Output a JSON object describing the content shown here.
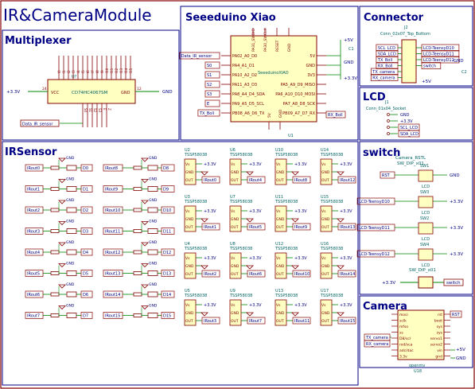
{
  "title": "IR&CameraModule",
  "sections": {
    "multiplexer": "Multiplexer",
    "seeeduino": "Seeeduino Xiao",
    "connector": "Connector",
    "lcd": "LCD",
    "irsensor": "IRSensor",
    "switch": "switch",
    "camera": "Camera"
  },
  "colors": {
    "border": "#840000",
    "wire": "#008400",
    "body": "#840000",
    "body_fill": "#ffffc2",
    "label": "#000084",
    "pin": "#840000",
    "ref": "#006464"
  },
  "mux": {
    "ref": "U?",
    "value": "CD74HC4067SM",
    "vcc_pin": "VCC",
    "gnd_pin": "GND",
    "vcc_pin_num": "24",
    "gnd_pin_num": "12",
    "power_left": "+3.3V",
    "power_right": "GND",
    "out_label": "Data_IR_sensor",
    "top_pins": [
      "I0",
      "I1",
      "I2",
      "I3",
      "I4",
      "I5",
      "I6",
      "I7",
      "I8",
      "I9",
      "I10",
      "I11",
      "I12",
      "I13",
      "I14",
      "I15"
    ],
    "bottom_pins": [
      "S0",
      "S1",
      "S2",
      "S3",
      "E",
      "Z"
    ]
  },
  "xiao": {
    "ref": "U1",
    "value": "SeeeduinoXIAO",
    "left_pins": [
      "PA02_A0_D0",
      "PA4_A1_D1",
      "PA10_A2_D2",
      "PA11_A3_D3",
      "PA8_A4_D4_SDA",
      "PA9_A5_D5_SCL",
      "PB08_A6_D6_TX"
    ],
    "right_pins": [
      "5V",
      "GND",
      "3V3",
      "PA5_A9_D9_MISO",
      "PA6_A10_D10_MOSI",
      "PA7_A8_D8_SCK",
      "PB09_A7_D7_RX"
    ],
    "top_pins": [
      "PA31_SWDIO",
      "PA30_SWCLK",
      "RESET",
      "GND"
    ],
    "bottom_pins": [
      "5V",
      "GND"
    ],
    "left_labels": [
      "Data_IR_sensor",
      "S0",
      "S1",
      "S2",
      "S3",
      "E",
      "TX_Boll"
    ],
    "right_labels": [
      "RX_Boll"
    ],
    "power_5v": "+5V",
    "power_3v3": "+3.3V",
    "gnd": "GND",
    "cap": "C1"
  },
  "connector": {
    "ref": "J2",
    "value": "Conn_02x07_Top_Bottom",
    "left_labels": [
      "SCL_LCD",
      "SDA_LCD",
      "TX_Boll",
      "RX_Boll",
      "TX_camera",
      "RX_camera"
    ],
    "right_labels": [
      "LCD-TeensyD10",
      "LCD-TeensyD11",
      "LCD-TeensyD12",
      "switch"
    ],
    "power_5v": "+5V",
    "gnd": "GND",
    "cap": "C2"
  },
  "lcd": {
    "ref": "J1",
    "value": "Conn_01x04_Socket",
    "labels": [
      "GND",
      "+3.3V",
      "SCL_LCD",
      "SDA_LCD"
    ]
  },
  "ir": {
    "gnd": "GND",
    "vcc": "+3.3V",
    "rows": [
      {
        "in": "IRout0",
        "d": "D0",
        "in2": "IRout8",
        "d2": "D8"
      },
      {
        "in": "IRout1",
        "d": "D1",
        "in2": "IRout9",
        "d2": "D9"
      },
      {
        "in": "IRout2",
        "d": "D2",
        "in2": "IRout10",
        "d2": "D10"
      },
      {
        "in": "IRout3",
        "d": "D3",
        "in2": "IRout11",
        "d2": "D11"
      },
      {
        "in": "IRout4",
        "d": "D4",
        "in2": "IRout12",
        "d2": "D12"
      },
      {
        "in": "IRout5",
        "d": "D5",
        "in2": "IRout13",
        "d2": "D13"
      },
      {
        "in": "IRout6",
        "d": "D6",
        "in2": "IRout14",
        "d2": "D14"
      },
      {
        "in": "IRout7",
        "d": "D7",
        "in2": "IRout15",
        "d2": "D15"
      }
    ],
    "receivers": {
      "value": "TSSP58038",
      "pins": [
        "Vs",
        "GND",
        "OUT"
      ],
      "grid": [
        [
          {
            "ref": "U2",
            "out": "IRout0"
          },
          {
            "ref": "U6",
            "out": "IRout4"
          },
          {
            "ref": "U10",
            "out": "IRout8"
          },
          {
            "ref": "U14",
            "out": "IRout12"
          }
        ],
        [
          {
            "ref": "U3",
            "out": "IRout1"
          },
          {
            "ref": "U7",
            "out": "IRout5"
          },
          {
            "ref": "U11",
            "out": "IRout9"
          },
          {
            "ref": "U15",
            "out": "IRout13"
          }
        ],
        [
          {
            "ref": "U4",
            "out": "IRout2"
          },
          {
            "ref": "U8",
            "out": "IRout6"
          },
          {
            "ref": "U12",
            "out": "IRout10"
          },
          {
            "ref": "U16",
            "out": "IRout14"
          }
        ],
        [
          {
            "ref": "U5",
            "out": "IRout3"
          },
          {
            "ref": "U9",
            "out": "IRout7"
          },
          {
            "ref": "U13",
            "out": "IRout11"
          },
          {
            "ref": "U17",
            "out": "IRout15"
          }
        ]
      ]
    }
  },
  "switch": {
    "header_value": "Camera_RSTL",
    "header_type": "SW_DIP_x01",
    "items": [
      {
        "label": "RST",
        "ref": "SW1",
        "tag": "LCD",
        "power": "GND"
      },
      {
        "label": "LCD-TeensyD10",
        "ref": "SW3",
        "tag": "LCD",
        "power": "+3.3V"
      },
      {
        "label": "LCD-TeensyD11",
        "ref": "SW2",
        "tag": "LCD",
        "power": "+3.3V"
      },
      {
        "label": "LCD-TeensyD12",
        "ref": "SW4",
        "tag": "LCD",
        "power": "+3.3V"
      }
    ],
    "last": {
      "power": "+3.3V",
      "type": "SW_DIP_x01",
      "label": "switch"
    }
  },
  "camera": {
    "ref": "U18",
    "value": "openmv",
    "left_pins": [
      "mosi",
      "sclk",
      "mfso",
      "ss",
      "D8/scl",
      "rxd/sca",
      "adc/dac",
      "3.3v"
    ],
    "right_pins": [
      "rst",
      "boot",
      "sys",
      "sys",
      "servo1",
      "servo2",
      "vin",
      "gnd"
    ],
    "left_labels": [
      "TX_camera",
      "RX_camera"
    ],
    "right_labels": [
      "RST"
    ],
    "power_5v": "+5V",
    "gnd": "GND"
  }
}
